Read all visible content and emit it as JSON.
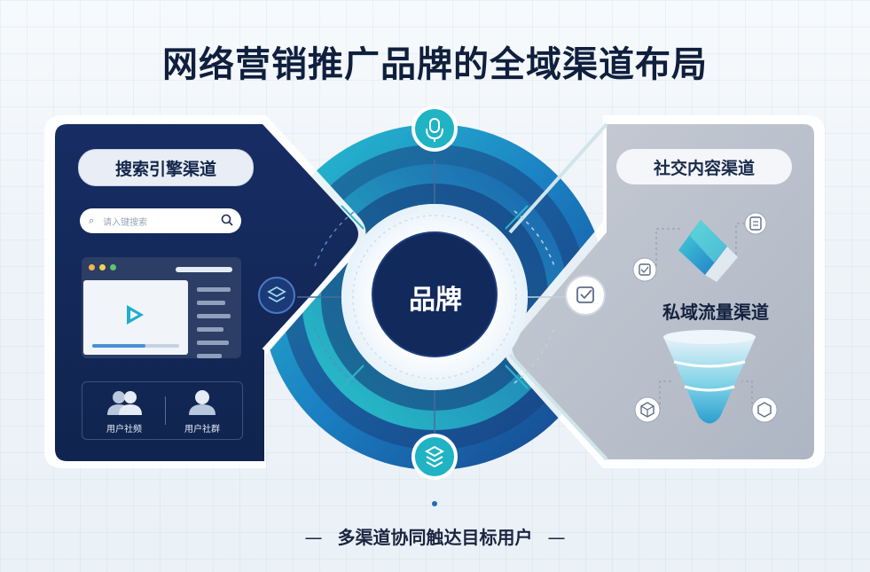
{
  "title": "网络营销推广品牌的全域渠道布局",
  "center": {
    "label": "品牌"
  },
  "left_panel": {
    "heading": "搜索引擎渠道",
    "search_placeholder": "请入键搜索",
    "users": [
      {
        "label": "用户社频"
      },
      {
        "label": "用户社群"
      }
    ]
  },
  "right_panel": {
    "heading": "社交内容渠道",
    "subheading": "私域流量渠道"
  },
  "footer": {
    "tagline": "多渠道协同触达目标用户",
    "dash_left": "—",
    "dash_right": "—"
  },
  "colors": {
    "navy": "#13295a",
    "teal": "#1fb3c4",
    "blue": "#1f6fb8",
    "grey_panel": "#b8bfca"
  },
  "icons": [
    "microphone-icon",
    "search-icon",
    "play-icon",
    "user-group-icon",
    "user-icon",
    "layers-icon",
    "check-square-icon",
    "document-icon",
    "cube-icon",
    "stack-icon",
    "funnel-icon",
    "brand-diamond-icon"
  ]
}
